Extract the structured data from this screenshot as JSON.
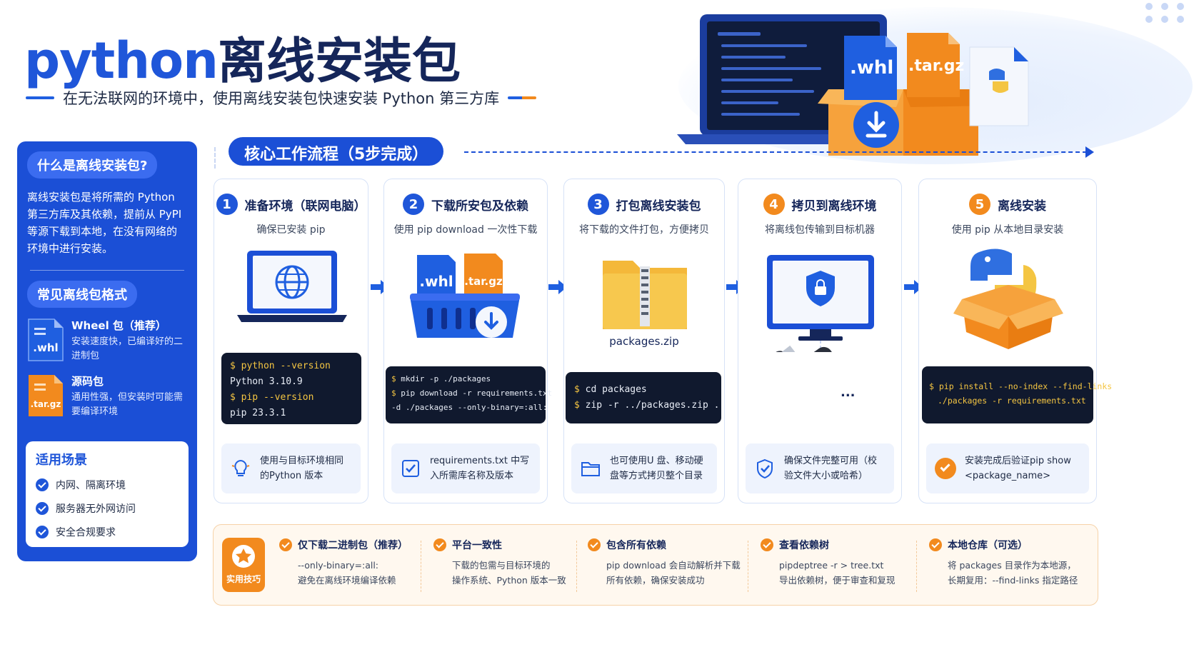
{
  "header": {
    "title_en": "python",
    "title_cn": "离线安装包",
    "subtitle": "在无法联网的环境中，使用离线安装包快速安装 Python 第三方库"
  },
  "hero": {
    "file_labels": [
      ".whl",
      ".tar.gz"
    ]
  },
  "sidebar": {
    "what_title": "什么是离线安装包?",
    "what_text": "离线安装包是将所需的 Python 第三方库及其依赖，提前从 PyPI 等源下载到本地，在没有网络的环境中进行安装。",
    "formats_title": "常见离线包格式",
    "formats": [
      {
        "icon_label": ".whl",
        "title": "Wheel 包（推荐）",
        "desc": "安装速度快，已编译好的二进制包",
        "color": "#1f5fe0"
      },
      {
        "icon_label": ".tar.gz",
        "title": "源码包",
        "desc": "通用性强，但安装时可能需要编译环境",
        "color": "#f28a1e"
      }
    ],
    "scenes_title": "适用场景",
    "scenes": [
      "内网、隔离环境",
      "服务器无外网访问",
      "安全合规要求"
    ]
  },
  "workflow": {
    "title": "核心工作流程（5步完成）",
    "steps": [
      {
        "num": "1",
        "title": "准备环境（联网电脑）",
        "sub": "确保已安装 pip",
        "code": [
          {
            "prompt": "$ ",
            "cmd": "python --version"
          },
          {
            "prompt": "",
            "cmd": "Python 3.10.9"
          },
          {
            "prompt": "$ ",
            "cmd": "pip --version"
          },
          {
            "prompt": "",
            "cmd": "pip 23.3.1"
          }
        ],
        "tip": "使用与目标环境相同的Python 版本"
      },
      {
        "num": "2",
        "title": "下载所安包及依赖",
        "sub": "使用 pip download 一次性下载",
        "code": [
          {
            "prompt": "$ ",
            "cmd": "mkdir -p ./packages"
          },
          {
            "prompt": "$ ",
            "cmd": "pip download -r requirements.txt"
          },
          {
            "prompt": "",
            "cmd": "-d ./packages --only-binary=:all:"
          }
        ],
        "tip": "requirements.txt 中写入所需库名称及版本",
        "labels": [
          ".whl",
          ".tar.gz"
        ]
      },
      {
        "num": "3",
        "title": "打包离线安装包",
        "sub": "将下载的文件打包，方便拷贝",
        "file_label": "packages.zip",
        "code": [
          {
            "prompt": "$ ",
            "cmd": "cd packages"
          },
          {
            "prompt": "$ ",
            "cmd": "zip -r ../packages.zip ."
          }
        ],
        "tip": "也可使用U 盘、移动硬盘等方式拷贝整个目录"
      },
      {
        "num": "4",
        "title": "拷贝到离线环境",
        "sub": "将离线包传输到目标机器",
        "ellipsis": "...",
        "tip": "确保文件完整可用（校验文件大小或哈希）"
      },
      {
        "num": "5",
        "title": "离线安装",
        "sub": "使用 pip 从本地目录安装",
        "code": [
          {
            "prompt": "$ ",
            "cmd": "pip install --no-index --find-links"
          },
          {
            "prompt": "",
            "cmd": "./packages -r requirements.txt"
          }
        ],
        "tip": "安装完成后验证pip show <package_name>"
      }
    ]
  },
  "tips": {
    "badge": "实用技巧",
    "items": [
      {
        "title": "仅下载二进制包（推荐）",
        "lines": [
          "--only-binary=:all:",
          "避免在离线环境编译依赖"
        ]
      },
      {
        "title": "平台一致性",
        "lines": [
          "下载的包需与目标环境的",
          "操作系统、Python 版本一致"
        ]
      },
      {
        "title": "包含所有依赖",
        "lines": [
          "pip download 会自动解析并下载",
          "所有依赖，确保安装成功"
        ]
      },
      {
        "title": "查看依赖树",
        "lines": [
          "pipdeptree -r > tree.txt",
          "导出依赖树，便于审查和复现"
        ]
      },
      {
        "title": "本地仓库（可选）",
        "lines": [
          "将 packages 目录作为本地源，",
          "长期复用：--find-links 指定路径"
        ]
      }
    ]
  },
  "colors": {
    "primary": "#1b4fd6",
    "accent": "#f28a1e",
    "dark": "#10192e"
  }
}
